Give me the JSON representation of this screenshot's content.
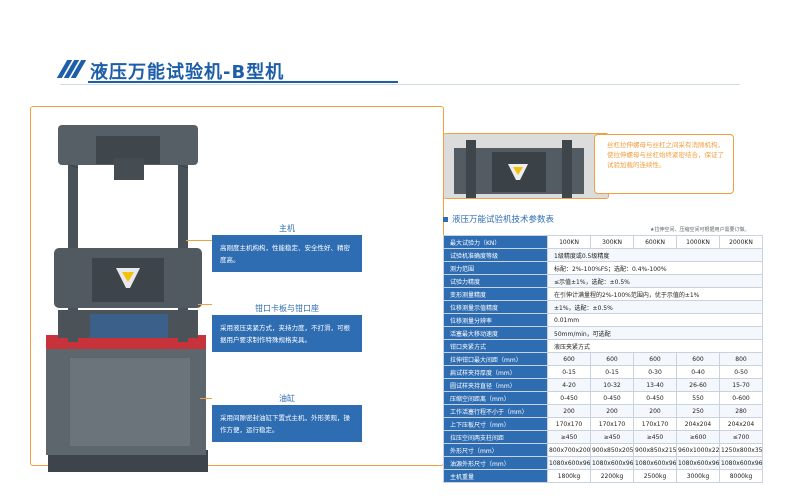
{
  "header": {
    "title": "液压万能试验机-B型机"
  },
  "colors": {
    "brand_blue": "#2f6db3",
    "accent_orange": "#f0a040",
    "cylinder_red": "#c8323a"
  },
  "callouts": [
    {
      "title": "主机",
      "body": "高刚度主机构构，性能稳定、安全性好、精密度高。"
    },
    {
      "title": "钳口卡板与钳口座",
      "body": "采用液压夹紧方式，夹持力度，不打滑，可根据用户要求制作特殊规格夹具。"
    },
    {
      "title": "油缸",
      "body": "采用间隙密封油缸下置式主机，外形美观，操作方便，运行稳定。"
    }
  ],
  "zoom": {
    "note": "丝杠拉伸螺母与丝杠之间采有消隙机构，使拉伸螺母与丝杠始终紧密结合，保证了试验加载的连续性。"
  },
  "spec": {
    "title": "液压万能试验机技术参数表",
    "note": "★拉伸空间、压缩空间可根据用户需要订做。",
    "header": {
      "label": "最大试验力（KN）",
      "values": [
        "100KN",
        "300KN",
        "600KN",
        "1000KN",
        "2000KN"
      ]
    },
    "rows": [
      {
        "label": "试验机准确度等级",
        "span": "1级精度或0.5级精度"
      },
      {
        "label": "测力范围",
        "span": "标配：2%-100%FS；选配：0.4%-100%"
      },
      {
        "label": "试验力精度",
        "span": "≤示值±1%，选配：±0.5%"
      },
      {
        "label": "变形测量精度",
        "span": "在引伸计满量程的2%-100%范围内，优于示值的±1%"
      },
      {
        "label": "位移测量示值精度",
        "span": "±1%，选配：±0.5%"
      },
      {
        "label": "位移测量分辨率",
        "span": "0.01mm"
      },
      {
        "label": "活塞最大移动速度",
        "span": "50mm/min，可选配"
      },
      {
        "label": "钳口夹紧方式",
        "span": "液压夹紧方式"
      },
      {
        "label": "拉伸钳口最大间距（mm）",
        "values": [
          "600",
          "600",
          "600",
          "600",
          "800"
        ]
      },
      {
        "label": "扁试样夹持厚度（mm）",
        "values": [
          "0-15",
          "0-15",
          "0-30",
          "0-40",
          "0-50"
        ]
      },
      {
        "label": "圆试样夹持直径（mm）",
        "values": [
          "4-20",
          "10-32",
          "13-40",
          "26-60",
          "15-70"
        ]
      },
      {
        "label": "压缩空间距离（mm）",
        "values": [
          "0-450",
          "0-450",
          "0-450",
          "550",
          "0-600"
        ]
      },
      {
        "label": "工作活塞行程不小于（mm）",
        "values": [
          "200",
          "200",
          "200",
          "250",
          "280"
        ]
      },
      {
        "label": "上下压板尺寸（mm）",
        "values": [
          "170x170",
          "170x170",
          "170x170",
          "204x204",
          "204x204"
        ]
      },
      {
        "label": "拉压空间两支柱间距",
        "values": [
          "≥450",
          "≥450",
          "≥450",
          "≥600",
          "≤700"
        ]
      },
      {
        "label": "外形尺寸（mm）",
        "values": [
          "800x700x2000",
          "900x850x2050",
          "900x850x2150",
          "960x1000x2200",
          "1250x800x3500"
        ]
      },
      {
        "label": "油源外形尺寸（mm）",
        "values": [
          "1080x600x960",
          "1080x600x960",
          "1080x600x960",
          "1080x600x960",
          "1080x600x960"
        ]
      },
      {
        "label": "主机重量",
        "values": [
          "1800kg",
          "2200kg",
          "2500kg",
          "3000kg",
          "8000kg"
        ]
      }
    ]
  }
}
